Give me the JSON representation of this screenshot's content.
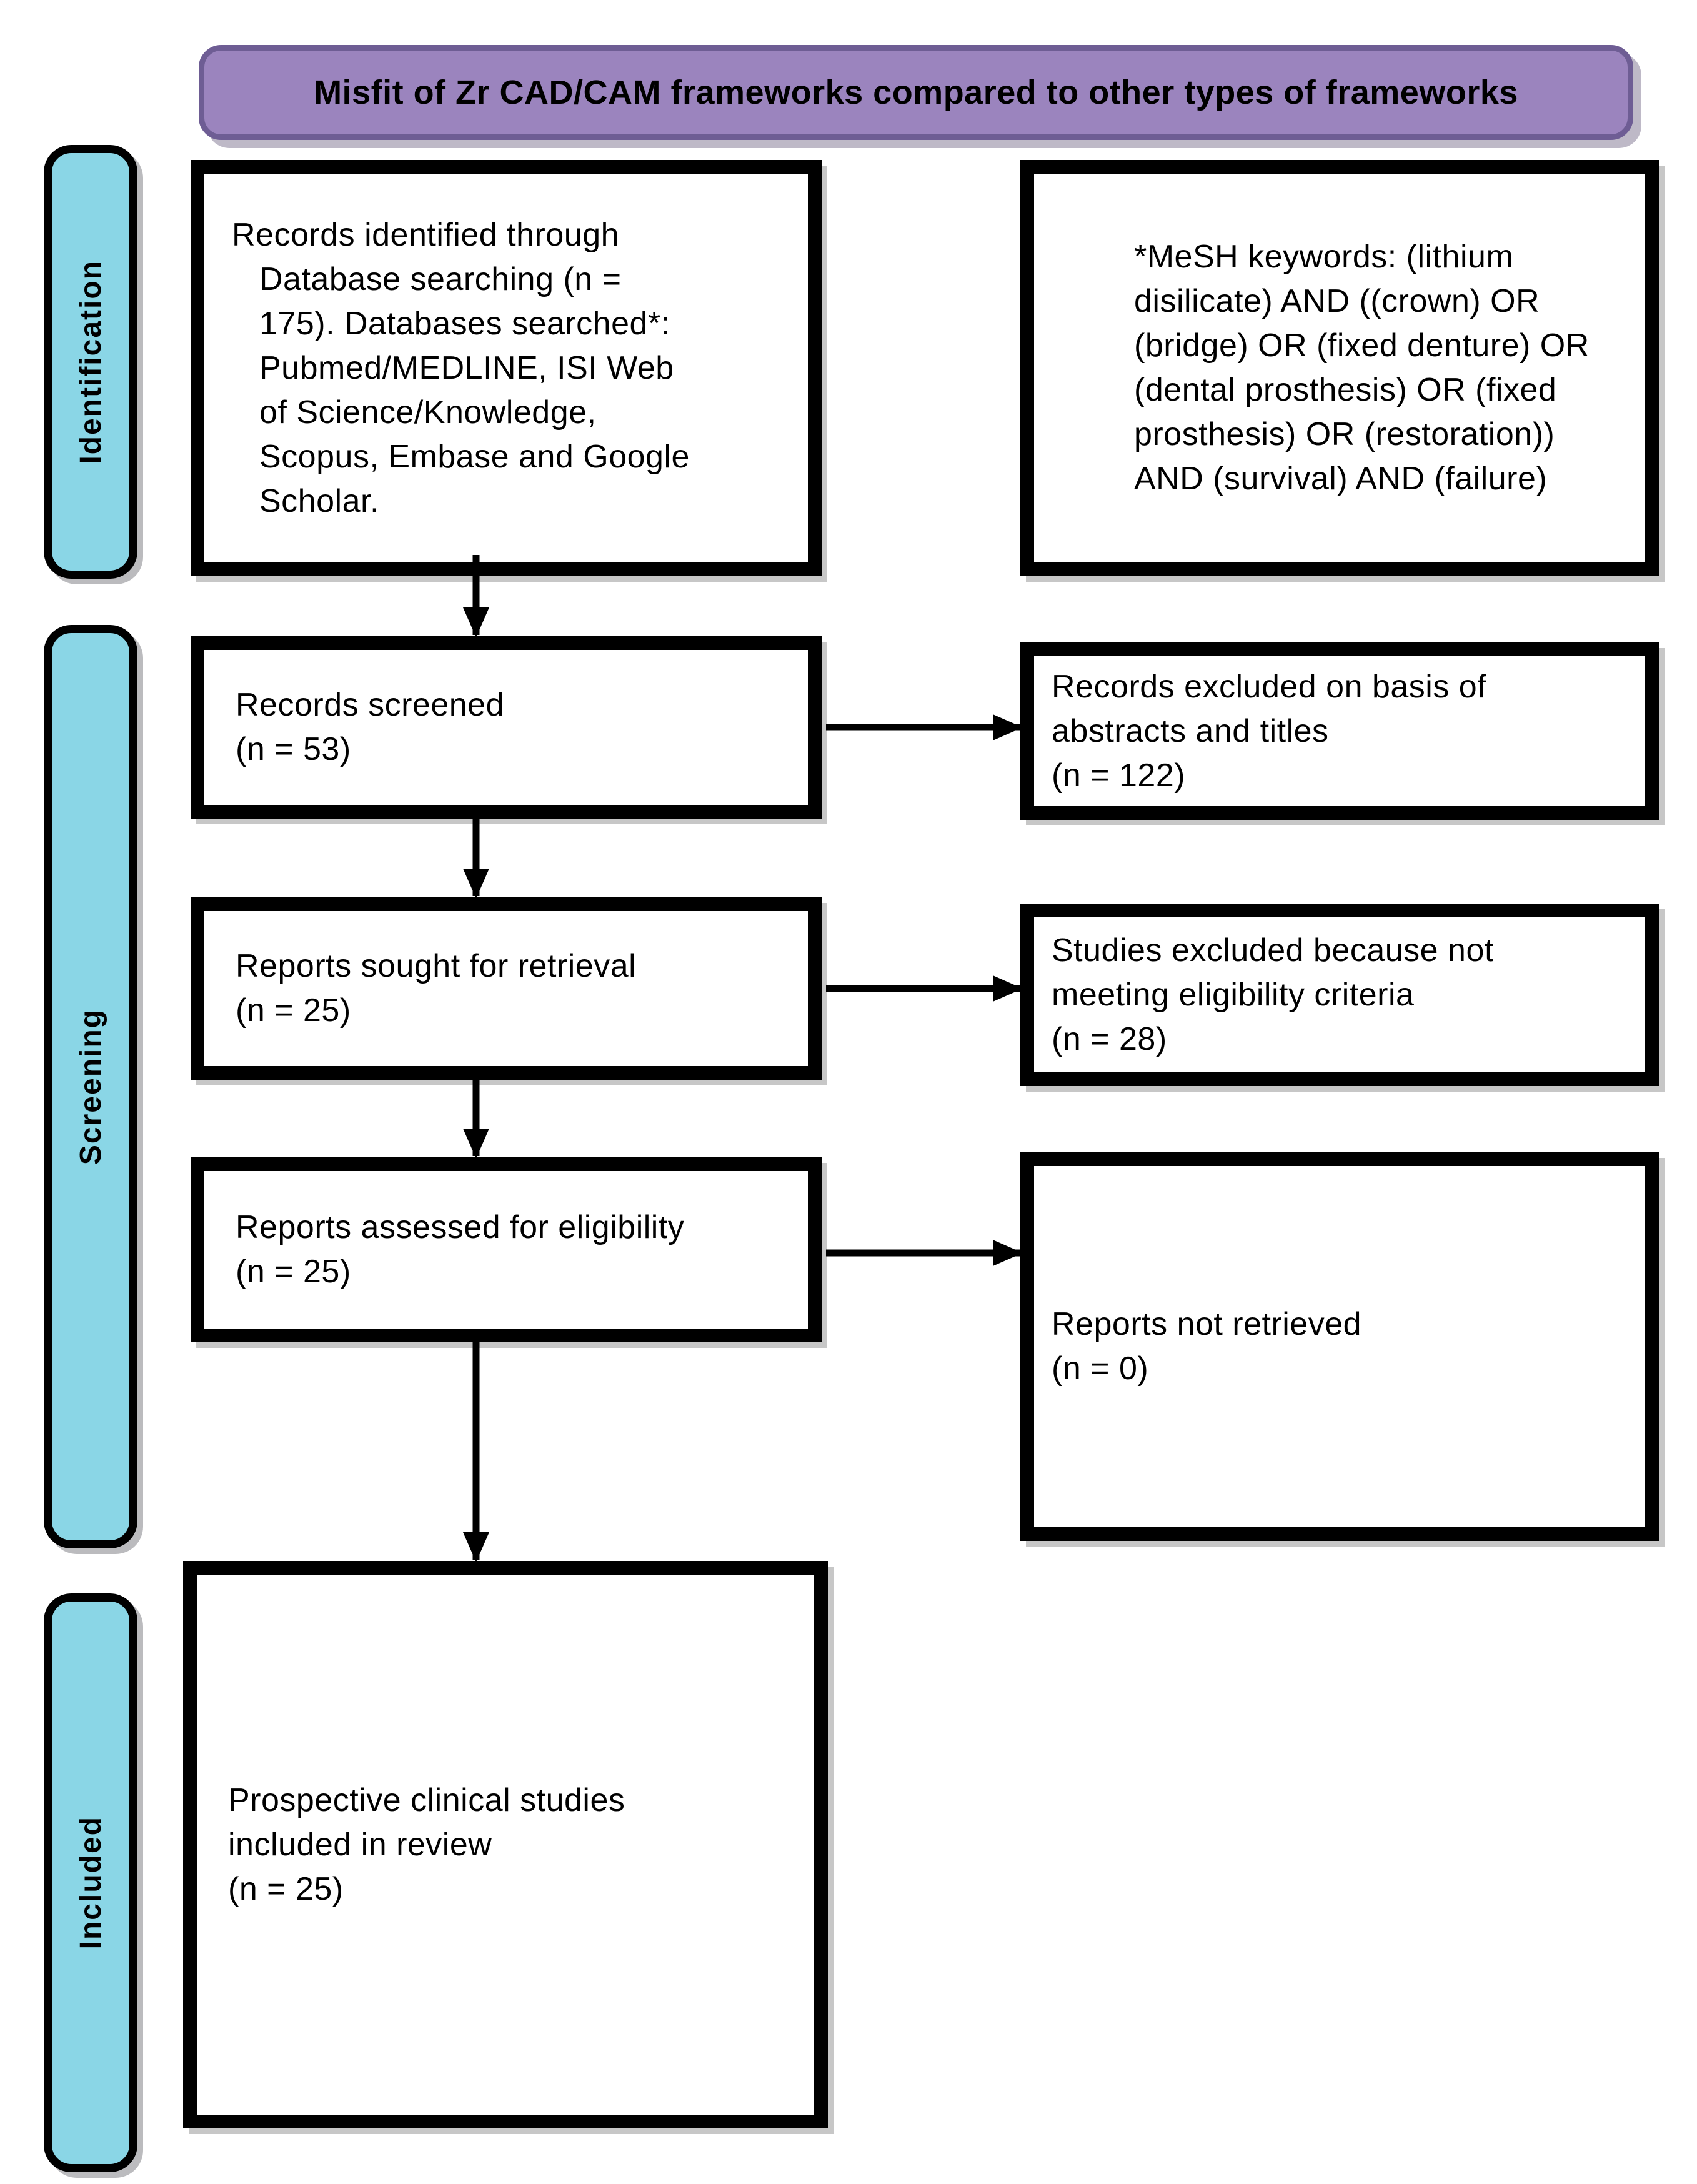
{
  "title": "Misfit of Zr CAD/CAM frameworks compared to other types of frameworks",
  "sidebar": {
    "identification": "Identification",
    "screening": "Screening",
    "included": "Included"
  },
  "boxes": {
    "records_identified": "Records identified through\nDatabase searching (n =\n175). Databases searched*:\nPubmed/MEDLINE, ISI Web\nof Science/Knowledge,\nScopus, Embase and Google\nScholar.",
    "mesh_keywords": "*MeSH keywords: (lithium\ndisilicate) AND ((crown) OR\n(bridge) OR (fixed denture) OR\n(dental prosthesis) OR (fixed\nprosthesis) OR (restoration))\nAND (survival) AND (failure)",
    "records_screened": "Records screened\n(n = 53)",
    "records_excluded": "Records excluded on basis of\nabstracts and titles\n(n = 122)",
    "reports_sought": "Reports sought for retrieval\n(n = 25)",
    "studies_excluded": "Studies excluded because not\nmeeting eligibility criteria\n(n = 28)",
    "reports_assessed": "Reports assessed for eligibility\n(n = 25)",
    "reports_not_retrieved": "Reports not retrieved\n(n = 0)",
    "included_studies": "Prospective clinical studies\nincluded in review\n(n = 25)"
  },
  "counts": {
    "identified": 175,
    "screened": 53,
    "excluded_abstracts_titles": 122,
    "sought_for_retrieval": 25,
    "excluded_eligibility": 28,
    "assessed_for_eligibility": 25,
    "not_retrieved": 0,
    "included_in_review": 25
  },
  "flow_connections": [
    "records-identified -> records-screened",
    "records-screened -> records-excluded",
    "records-screened -> reports-sought",
    "reports-sought -> studies-excluded",
    "reports-sought -> reports-assessed",
    "reports-assessed -> reports-not-retrieved",
    "reports-assessed -> included-studies"
  ],
  "colors": {
    "banner_fill": "#9b84be",
    "banner_border": "#6e5d94",
    "stage_fill": "#8ad6e6",
    "box_border": "#000000",
    "background": "#ffffff",
    "text": "#000000"
  }
}
